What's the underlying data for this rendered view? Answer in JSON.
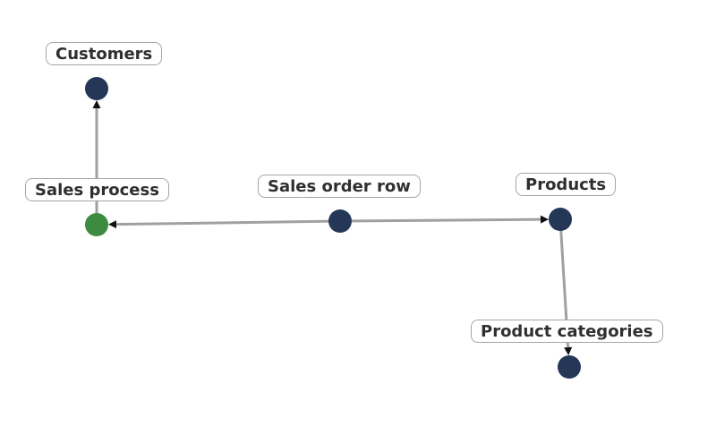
{
  "colors": {
    "node_default": "#243757",
    "node_selected": "#3d8b40",
    "edge": "#a0a0a0",
    "arrow": "#111111"
  },
  "nodes": [
    {
      "id": "customers",
      "label": "Customers",
      "selected": false
    },
    {
      "id": "sales_process",
      "label": "Sales process",
      "selected": true
    },
    {
      "id": "sales_order_row",
      "label": "Sales order row",
      "selected": false
    },
    {
      "id": "products",
      "label": "Products",
      "selected": false
    },
    {
      "id": "product_categories",
      "label": "Product categories",
      "selected": false
    }
  ],
  "edges": [
    {
      "from": "sales_process",
      "to": "customers"
    },
    {
      "from": "sales_order_row",
      "to": "sales_process"
    },
    {
      "from": "sales_order_row",
      "to": "products"
    },
    {
      "from": "products",
      "to": "product_categories"
    }
  ]
}
